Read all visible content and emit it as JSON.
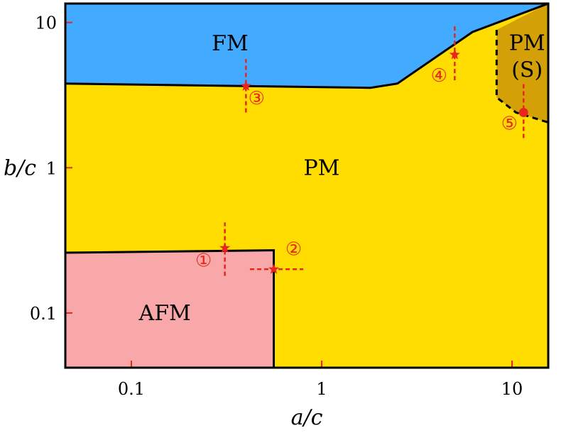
{
  "chart_data": {
    "type": "phase-diagram",
    "xlabel": "a/c",
    "ylabel": "b/c",
    "x_scale": "log",
    "y_scale": "log",
    "xlim": [
      0.045,
      15.5
    ],
    "ylim": [
      0.042,
      13.5
    ],
    "x_ticks": [
      {
        "value": 0.1,
        "label": "0.1"
      },
      {
        "value": 1,
        "label": "1"
      },
      {
        "value": 10,
        "label": "10"
      }
    ],
    "y_ticks": [
      {
        "value": 0.1,
        "label": "0.1"
      },
      {
        "value": 1,
        "label": "1"
      },
      {
        "value": 10,
        "label": "10"
      }
    ],
    "colors": {
      "FM": "#42aaff",
      "PM": "#ffdd00",
      "AFM": "#f8a8a8",
      "PM_S": "#d4a008",
      "markers": "#e8261e",
      "boundary": "#000000"
    },
    "phases": [
      {
        "name": "FM",
        "label": "FM",
        "label_at": [
          0.33,
          7.2
        ],
        "boundary_points": [
          [
            0.045,
            3.8
          ],
          [
            1.8,
            3.55
          ],
          [
            2.5,
            3.8
          ],
          [
            6.2,
            8.6
          ],
          [
            15.5,
            13.5
          ],
          [
            15.5,
            13.5
          ],
          [
            0.045,
            13.5
          ]
        ]
      },
      {
        "name": "PM",
        "label": "PM",
        "label_at": [
          1.0,
          1.0
        ],
        "boundary_points": []
      },
      {
        "name": "AFM",
        "label": "AFM",
        "label_at": [
          0.15,
          0.1
        ],
        "boundary_points": [
          [
            0.045,
            0.042
          ],
          [
            0.56,
            0.042
          ],
          [
            0.56,
            0.27
          ],
          [
            0.045,
            0.26
          ]
        ]
      },
      {
        "name": "PM (S)",
        "label_lines": [
          "PM",
          "(S)"
        ],
        "label_at": [
          12.0,
          4.5
        ],
        "boundary_points": [
          [
            8.3,
            8.9
          ],
          [
            8.3,
            3.05
          ],
          [
            10.5,
            2.4
          ],
          [
            15.5,
            2.05
          ],
          [
            15.5,
            13.5
          ]
        ],
        "boundary_style": "dashed"
      }
    ],
    "markers": [
      {
        "id": "1",
        "label": "①",
        "shape": "star",
        "x": 0.31,
        "y": 0.28,
        "error_bar": "vertical",
        "y_range": [
          0.18,
          0.42
        ]
      },
      {
        "id": "2",
        "label": "②",
        "shape": "star",
        "x": 0.56,
        "y": 0.2,
        "error_bar": "horizontal",
        "x_range": [
          0.42,
          0.8
        ]
      },
      {
        "id": "3",
        "label": "③",
        "shape": "star",
        "x": 0.4,
        "y": 3.65,
        "error_bar": "vertical",
        "y_range": [
          2.4,
          5.6
        ]
      },
      {
        "id": "4",
        "label": "④",
        "shape": "star",
        "x": 5.0,
        "y": 6.0,
        "error_bar": "vertical",
        "y_range": [
          4.0,
          9.5
        ]
      },
      {
        "id": "5",
        "label": "⑤",
        "shape": "circle",
        "x": 11.5,
        "y": 2.4,
        "error_bar": "vertical",
        "y_range": [
          1.6,
          3.8
        ]
      }
    ]
  }
}
